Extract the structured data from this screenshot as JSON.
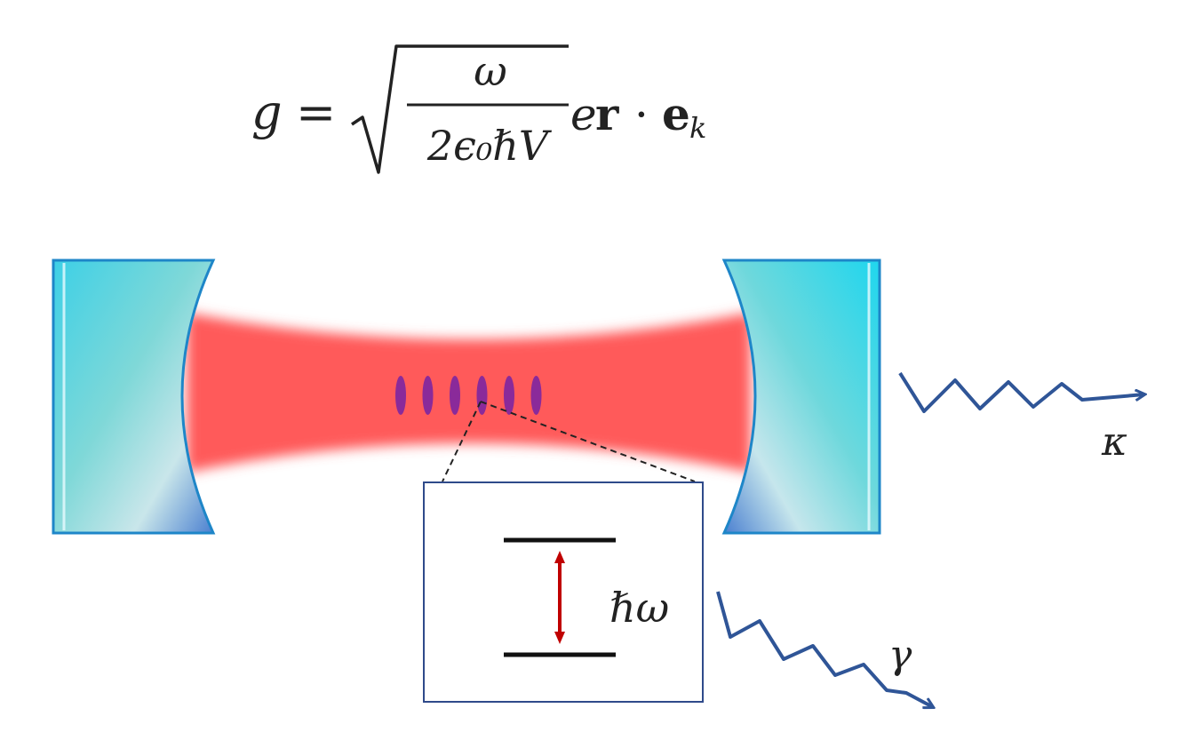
{
  "formula": {
    "lhs": "g",
    "equals": "=",
    "numerator": "ω",
    "denominator": "2ϵ₀ℏV",
    "term_e": "e",
    "term_r": "r",
    "dot": "·",
    "term_e_vec": "e",
    "subscript_k": "k"
  },
  "labels": {
    "cavity_decay": "κ",
    "atom_decay": "γ",
    "transition_energy": "ℏω"
  },
  "colors": {
    "mirror": "#29c6dc",
    "mirror_edge": "#1e86c8",
    "beam": "#ff5a5a",
    "atoms": "#8a2a9a",
    "photon_arrow": "#2f5597",
    "transition_arrow": "#c00000",
    "inset_border": "#2f4a8a"
  },
  "icons": {
    "photon_out_cavity": "wavy-arrow-icon",
    "photon_out_atom": "wavy-arrow-icon",
    "transition": "double-arrow-icon"
  },
  "atoms_count": 6
}
